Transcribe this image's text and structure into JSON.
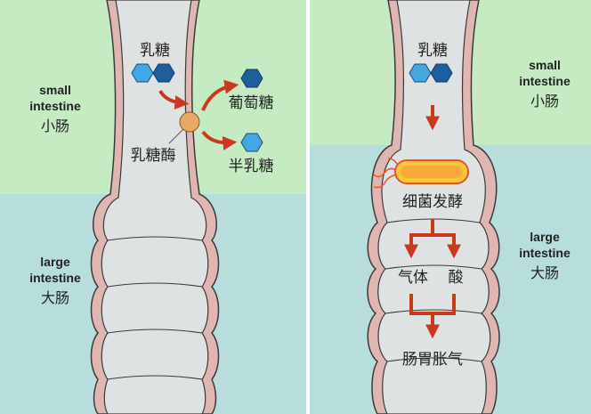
{
  "colors": {
    "small_intestine_bg": "#c6ebc3",
    "large_intestine_bg": "#b7dedd",
    "intestine_fill": "#dfe2e2",
    "intestine_wall": "#e0b6b3",
    "wall_outline": "#3a3a3a",
    "glucose_blue": "#1d5e9c",
    "galactose_blue": "#41a8e3",
    "enzyme_orange": "#e8a965",
    "arrow_red": "#c8391f",
    "bacteria_yellow": "#f5c838",
    "bacteria_orange": "#e8542a"
  },
  "left_panel": {
    "small_intestine": {
      "en_line1": "small",
      "en_line2": "intestine",
      "zh": "小肠"
    },
    "large_intestine": {
      "en_line1": "large",
      "en_line2": "intestine",
      "zh": "大肠"
    },
    "lactose": "乳糖",
    "lactase": "乳糖酶",
    "glucose": "葡萄糖",
    "galactose": "半乳糖"
  },
  "right_panel": {
    "small_intestine": {
      "en_line1": "small",
      "en_line2": "intestine",
      "zh": "小肠"
    },
    "large_intestine": {
      "en_line1": "large",
      "en_line2": "intestine",
      "zh": "大肠"
    },
    "lactose": "乳糖",
    "bacterial_fermentation": "细菌发酵",
    "gas": "气体",
    "acid": "酸",
    "bloating": "肠胃胀气"
  }
}
